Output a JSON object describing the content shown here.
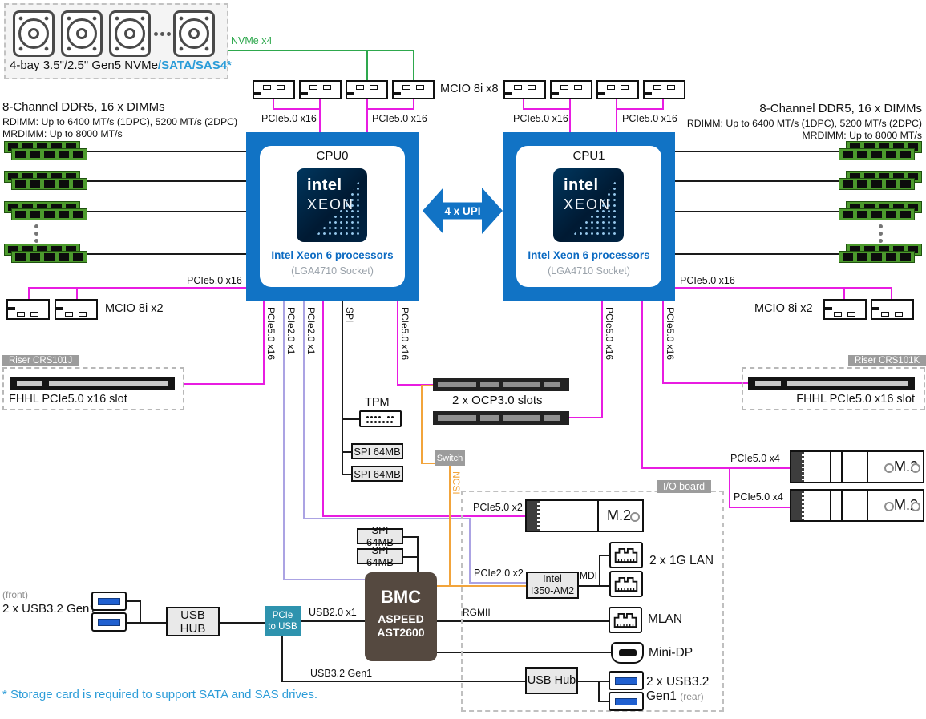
{
  "colors": {
    "magenta": "#E81CE1",
    "green": "#2EA84D",
    "orange": "#F2A43B",
    "lavender": "#ABA3E3",
    "intel_blue": "#1173C5",
    "teal": "#2E93AE",
    "bmc_brown": "#554940",
    "dimm_green": "#4C9A2D",
    "link_blue_text": "#2B9CD8"
  },
  "drive_bay": {
    "caption": "4-bay 3.5\"/2.5\" Gen5 NVMe",
    "caption_suffix": "/SATA/SAS4*"
  },
  "memory_left": {
    "l1": "8-Channel DDR5, 16 x DIMMs",
    "l2": "RDIMM: Up to 6400 MT/s (1DPC), 5200 MT/s (2DPC)",
    "l3": "MRDIMM: Up to 8000 MT/s"
  },
  "memory_right": {
    "l1": "8-Channel DDR5, 16 x DIMMs",
    "l2": "RDIMM: Up to 6400 MT/s (1DPC), 5200 MT/s (2DPC)",
    "l3": "MRDIMM: Up to 8000 MT/s"
  },
  "links": {
    "nvme_x4": "NVMe x4",
    "pcie5_x16": "PCIe5.0 x16",
    "pcie5_x4": "PCIe5.0 x4",
    "pcie5_x2": "PCIe5.0 x2",
    "pcie2_x1": "PCIe2.0 x1",
    "pcie2_x2": "PCIe2.0 x2",
    "spi": "SPI",
    "ncsi": "NCSI",
    "mdi": "MDI",
    "rgmii": "RGMII",
    "usb2_x1": "USB2.0 x1",
    "usb32_gen1": "USB3.2 Gen1",
    "upi": "4 x UPI"
  },
  "cpu0": {
    "title": "CPU0"
  },
  "cpu1": {
    "title": "CPU1"
  },
  "cpu_common": {
    "logo_top": "intel",
    "logo_bottom": "XEON",
    "name": "Intel Xeon 6 processors",
    "socket": "(LGA4710 Socket)"
  },
  "components": {
    "mcio_x8": "MCIO 8i x8",
    "mcio_x2": "MCIO 8i x2",
    "ocp": "2 x OCP3.0 slots",
    "tpm": "TPM",
    "spi_64mb": "SPI 64MB",
    "switch": "Switch",
    "riser_j": "Riser CRS101J",
    "riser_k": "Riser CRS101K",
    "fhhl_slot": "FHHL PCIe5.0 x16 slot",
    "m2": "M.2",
    "io_board": "I/O board",
    "bmc_l1": "BMC",
    "bmc_l2": "ASPEED",
    "bmc_l3": "AST2600",
    "i350_l1": "Intel",
    "i350_l2": "I350-AM2",
    "lan_1g": "2 x 1G LAN",
    "mlan": "MLAN",
    "minidp": "Mini-DP",
    "usb_hub_front": "USB HUB",
    "usb_hub_rear": "USB Hub",
    "pcie_to_usb_l1": "PCIe",
    "pcie_to_usb_l2": "to USB",
    "front_note": "(front)",
    "front_usb": "2 x USB3.2 Gen1",
    "rear_usb_l1": "2 x USB3.2",
    "rear_usb_l2": "Gen1",
    "rear_note": "(rear)"
  },
  "footnote": "* Storage card is required to support SATA and SAS drives."
}
